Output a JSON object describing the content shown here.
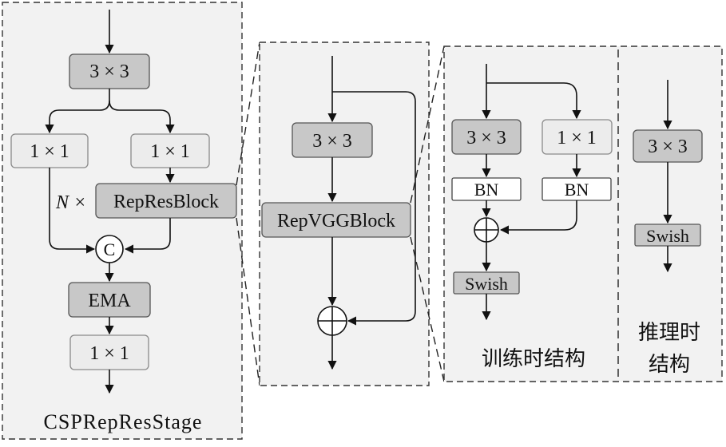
{
  "stage": {
    "conv_top": "3 × 3",
    "conv_left": "1 × 1",
    "conv_right": "1 × 1",
    "n_label": "N ×",
    "block": "RepResBlock",
    "concat": "C",
    "ema": "EMA",
    "conv_out": "1 × 1",
    "title": "CSPRepResStage"
  },
  "resblock": {
    "conv": "3 × 3",
    "block": "RepVGGBlock"
  },
  "train": {
    "conv3": "3 × 3",
    "conv1": "1 × 1",
    "bn_left": "BN",
    "bn_right": "BN",
    "act": "Swish",
    "caption": "训练时结构"
  },
  "infer": {
    "conv3": "3 × 3",
    "act": "Swish",
    "caption_line1": "推理时",
    "caption_line2": "结构"
  }
}
